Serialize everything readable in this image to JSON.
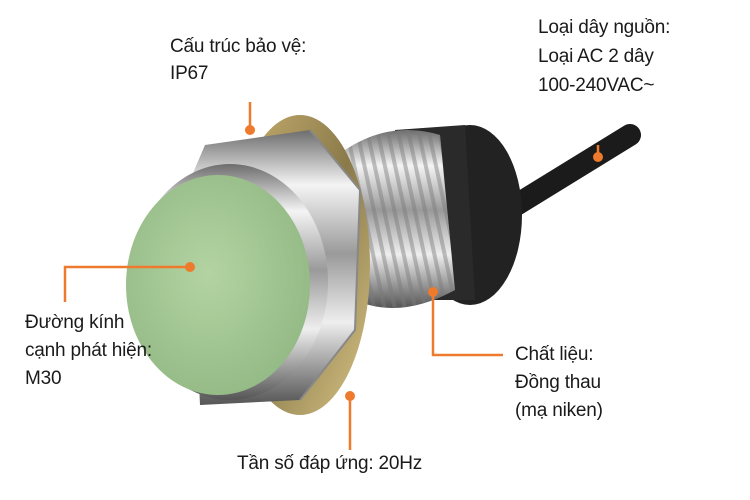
{
  "colors": {
    "accent": "#ee7a2d",
    "cap_green": "#a9cc98",
    "text": "#1a1a1a"
  },
  "callouts": {
    "protection": {
      "title": "Cấu trúc bảo vệ:",
      "value": "IP67"
    },
    "power": {
      "title": "Loại dây nguồn:",
      "line2": "Loại AC 2 dây",
      "line3": "100-240VAC~"
    },
    "diameter": {
      "line1": "Đường kính",
      "line2": "cạnh phát hiện:",
      "value": "M30"
    },
    "material": {
      "title": "Chất liệu:",
      "line2": "Đồng thau",
      "line3": "(mạ niken)"
    },
    "frequency": {
      "text": "Tần số đáp ứng: 20Hz"
    }
  }
}
